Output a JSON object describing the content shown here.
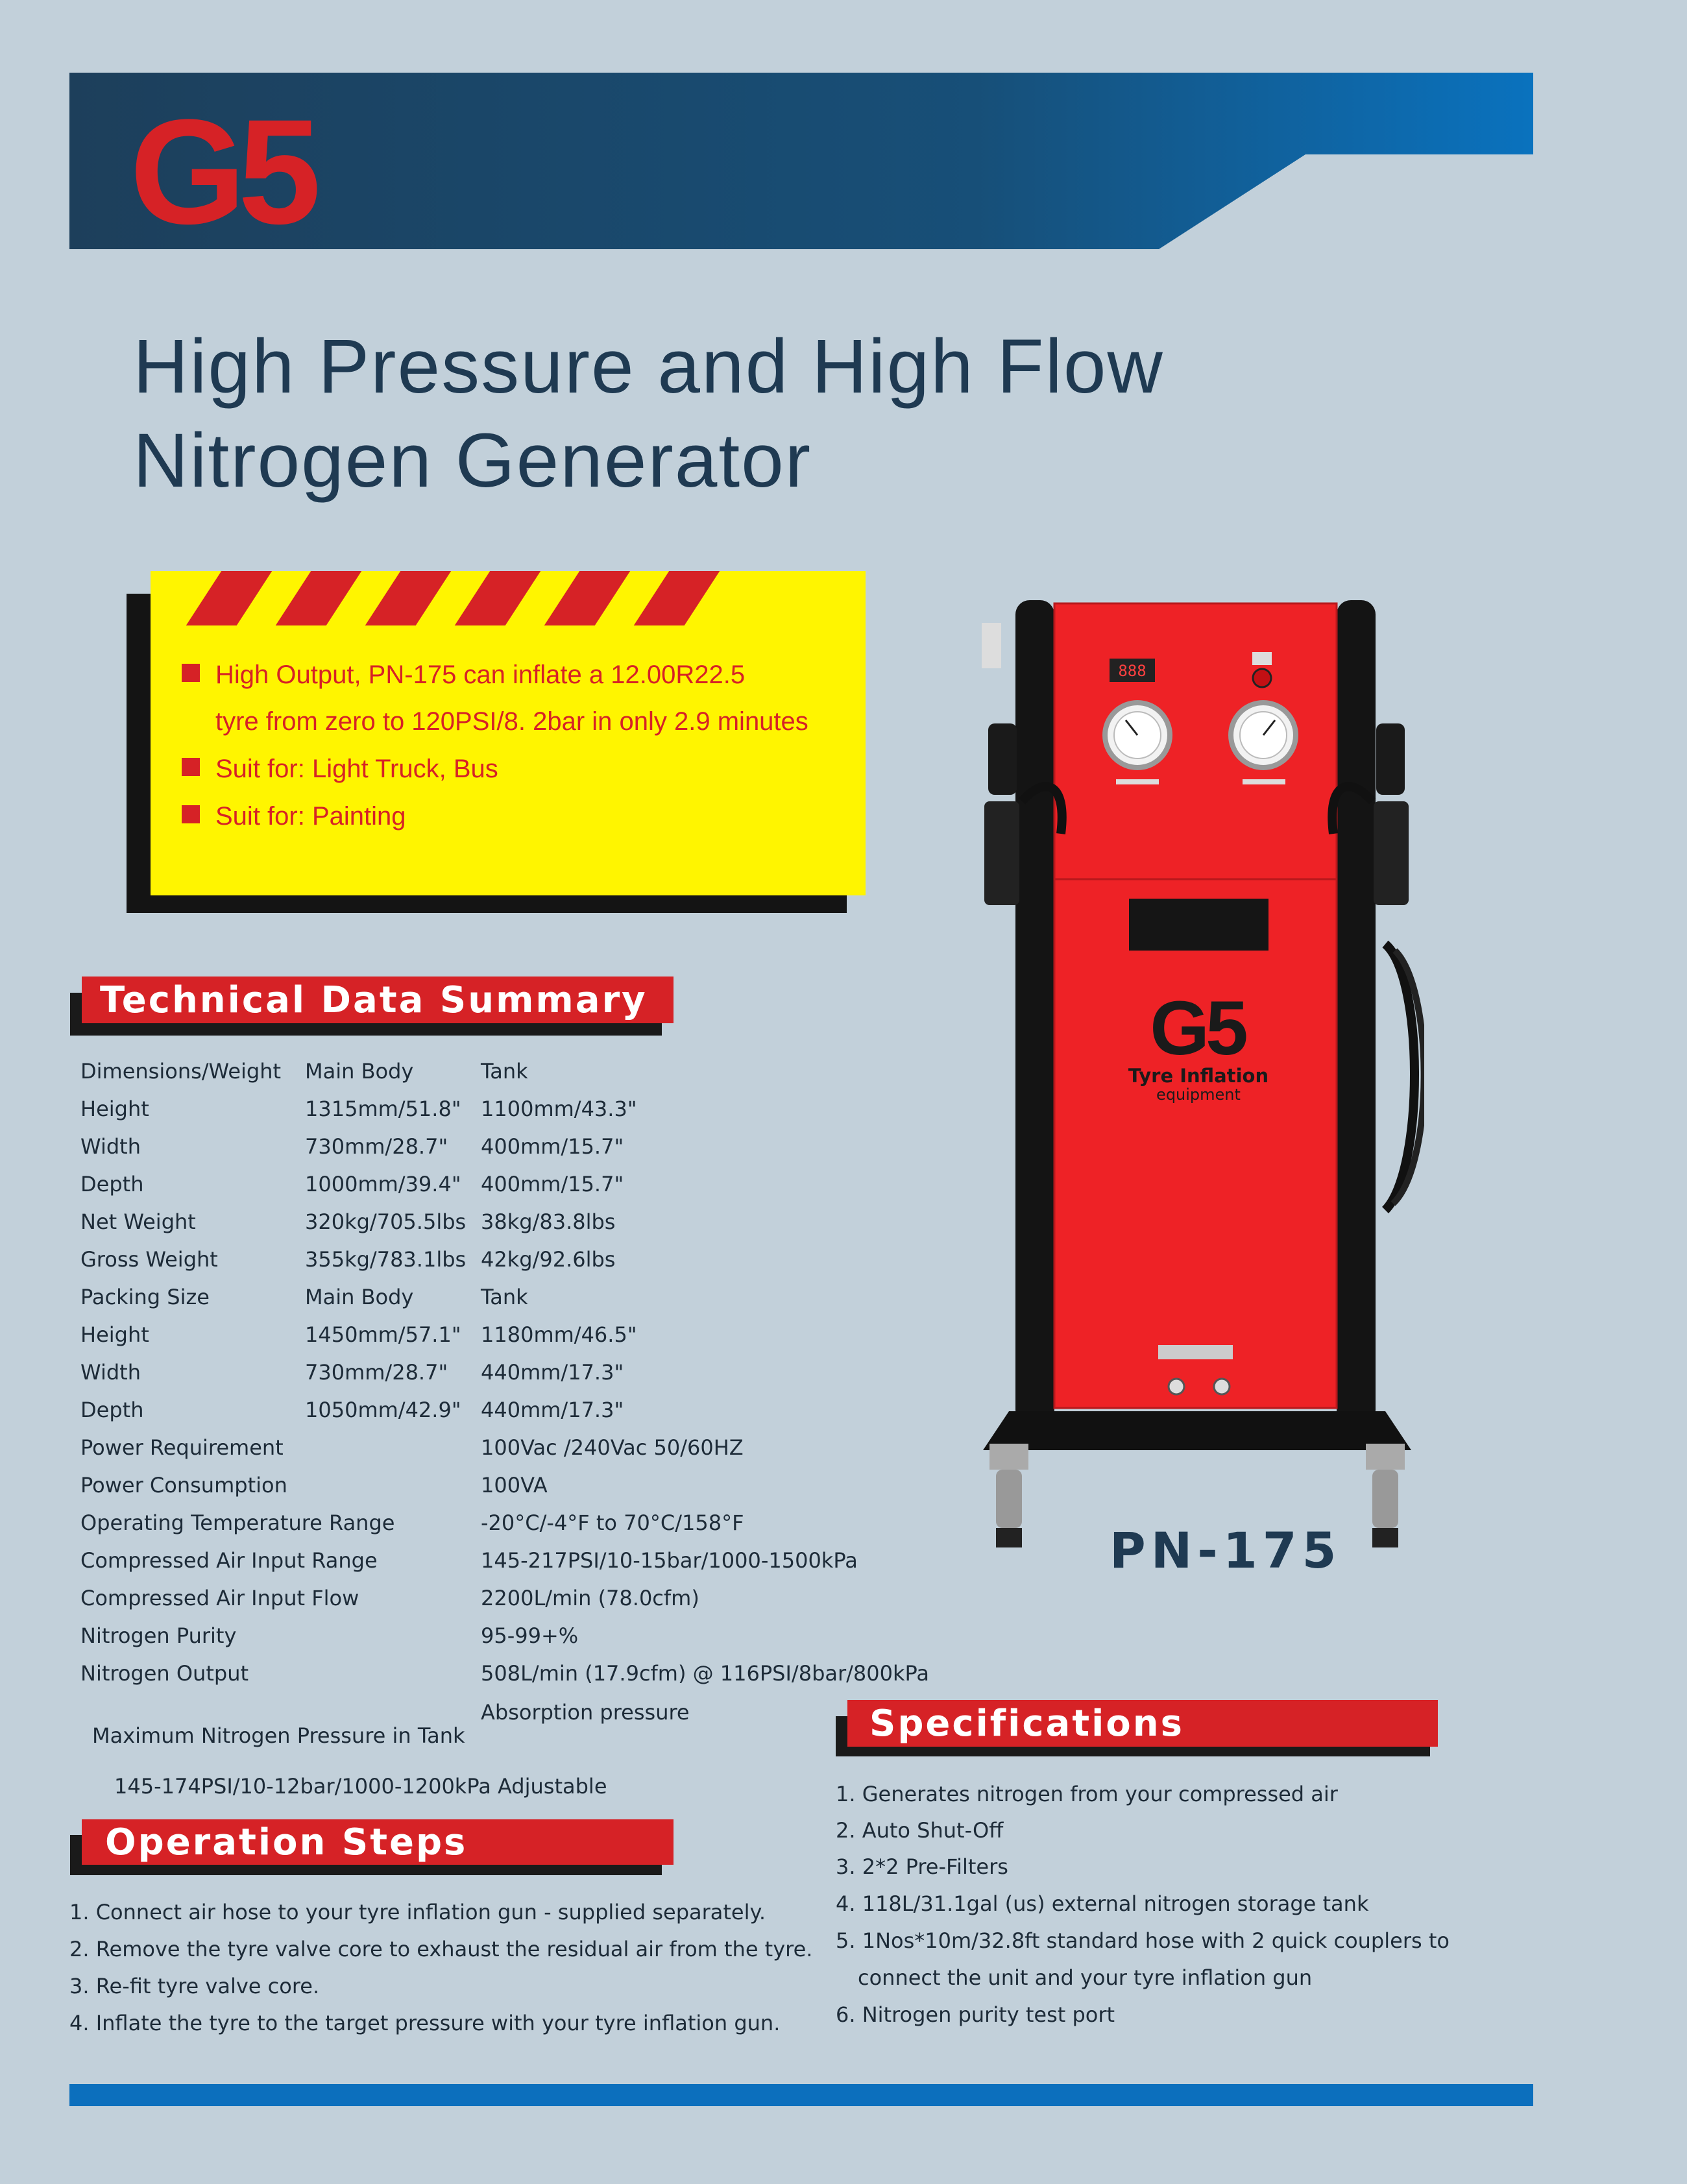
{
  "brand": {
    "logo_text": "G5",
    "colors": {
      "brand_red": "#d62226",
      "navy": "#1f3a52",
      "band_blue": "#0c6fbd",
      "highlight_yellow": "#fff500"
    }
  },
  "title": {
    "line1": "High Pressure and High Flow",
    "line2": "Nitrogen Generator"
  },
  "highlights": [
    {
      "line1": "High Output, PN-175 can inflate a 12.00R22.5",
      "line2": "tyre from zero to 120PSI/8. 2bar in only 2.9 minutes"
    },
    {
      "line1": "Suit for: Light Truck, Bus"
    },
    {
      "line1": "Suit for: Painting"
    }
  ],
  "technical": {
    "heading": "Technical Data Summary",
    "rows": [
      {
        "label": "Dimensions/Weight",
        "main": "Main Body",
        "tank": "Tank"
      },
      {
        "label": "Height",
        "main": "1315mm/51.8\"",
        "tank": "1100mm/43.3\""
      },
      {
        "label": "Width",
        "main": "730mm/28.7\"",
        "tank": "400mm/15.7\""
      },
      {
        "label": "Depth",
        "main": "1000mm/39.4\"",
        "tank": "400mm/15.7\""
      },
      {
        "label": "Net Weight",
        "main": "320kg/705.5lbs",
        "tank": "38kg/83.8lbs"
      },
      {
        "label": "Gross Weight",
        "main": "355kg/783.1lbs",
        "tank": "42kg/92.6lbs"
      },
      {
        "label": "Packing Size",
        "main": "Main Body",
        "tank": "Tank"
      },
      {
        "label": "Height",
        "main": "1450mm/57.1\"",
        "tank": "1180mm/46.5\""
      },
      {
        "label": "Width",
        "main": "730mm/28.7\"",
        "tank": "440mm/17.3\""
      },
      {
        "label": "Depth",
        "main": "1050mm/42.9\"",
        "tank": "440mm/17.3\""
      },
      {
        "label": "Power Requirement",
        "main": "",
        "tank": "100Vac /240Vac 50/60HZ"
      },
      {
        "label": "Power Consumption",
        "main": "",
        "tank": "100VA"
      },
      {
        "label": "Operating Temperature Range",
        "main": "",
        "tank": "-20°C/-4°F to 70°C/158°F"
      },
      {
        "label": "Compressed Air Input Range",
        "main": "",
        "tank": "145-217PSI/10-15bar/1000-1500kPa"
      },
      {
        "label": "Compressed Air Input Flow",
        "main": "",
        "tank": "2200L/min (78.0cfm)"
      },
      {
        "label": "Nitrogen Purity",
        "main": "",
        "tank": "95-99+%"
      },
      {
        "label": "Nitrogen Output",
        "main": "",
        "tank": "508L/min (17.9cfm) @ 116PSI/8bar/800kPa"
      }
    ],
    "absorption_pressure": "Absorption pressure",
    "max_pressure_label": "Maximum Nitrogen Pressure in Tank",
    "max_pressure_value": "145-174PSI/10-12bar/1000-1200kPa  Adjustable"
  },
  "operation": {
    "heading": "Operation Steps",
    "steps": [
      "1. Connect air hose to your tyre inflation gun - supplied separately.",
      "2. Remove the tyre valve core to exhaust the residual air from the tyre.",
      "3. Re-fit tyre valve core.",
      "4. Inflate the tyre to the target pressure with your tyre inflation gun."
    ]
  },
  "specifications": {
    "heading": "Specifications",
    "items": [
      "1. Generates nitrogen from your compressed air",
      "2. Auto Shut-Off",
      "3. 2*2 Pre-Filters",
      "4. 118L/31.1gal (us) external nitrogen storage tank",
      "5. 1Nos*10m/32.8ft standard hose with 2 quick couplers to",
      "   connect the unit and your tyre inflation gun",
      "6. Nitrogen purity test port"
    ]
  },
  "product": {
    "model": "PN-175",
    "cabinet_logo": "G5",
    "cabinet_tagline1": "Tyre  Inflation",
    "cabinet_tagline2": "equipment",
    "display_readout": "888"
  }
}
